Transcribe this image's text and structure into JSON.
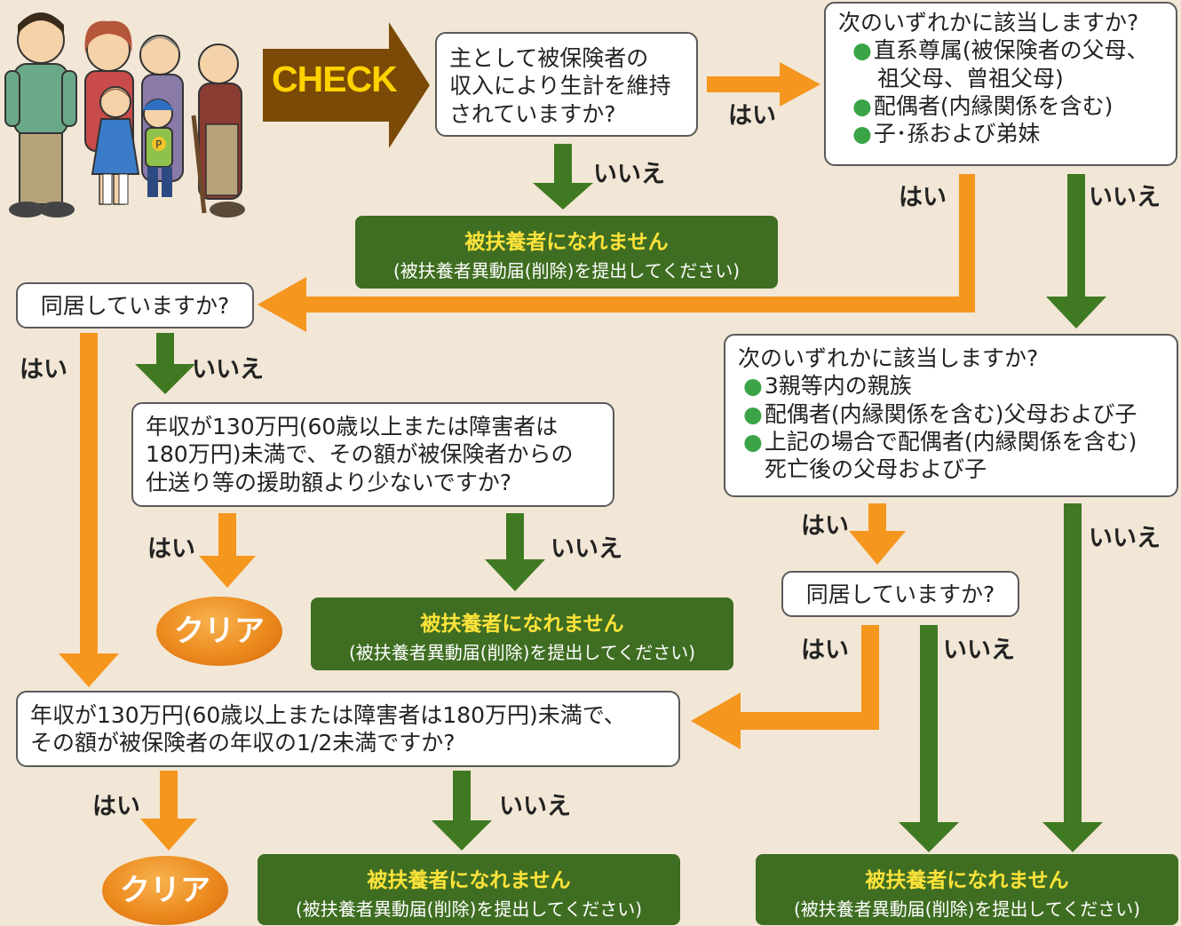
{
  "check_label": "CHECK",
  "q1": {
    "lines": [
      "主として被保険者の",
      "収入により生計を維持",
      "されていますか?"
    ]
  },
  "q2": {
    "title": "次のいずれかに該当しますか?",
    "items": [
      "直系尊属(被保険者の父母、",
      "祖父母、曾祖父母)"
    ],
    "items2": [
      "配偶者(内縁関係を含む)",
      "子･孫および弟妹"
    ]
  },
  "q3": {
    "text": "同居していますか?"
  },
  "q4": {
    "lines": [
      "年収が130万円(60歳以上または障害者は",
      "180万円)未満で、その額が被保険者からの",
      "仕送り等の援助額より少ないですか?"
    ]
  },
  "q5": {
    "title": "次のいずれかに該当しますか?",
    "items": [
      "3親等内の親族",
      "配偶者(内縁関係を含む)父母および子",
      "上記の場合で配偶者(内縁関係を含む)"
    ],
    "cont": "死亡後の父母および子"
  },
  "q6": {
    "text": "同居していますか?"
  },
  "q7": {
    "lines": [
      "年収が130万円(60歳以上または障害者は180万円)未満で、",
      "その額が被保険者の年収の1/2未満ですか?"
    ]
  },
  "result": {
    "title": "被扶養者になれません",
    "sub": "(被扶養者異動届(削除)を提出してください)"
  },
  "clear": "クリア",
  "yes": "はい",
  "no": "いいえ",
  "colors": {
    "yes_arrow": "#f5961e",
    "no_arrow": "#3f7a22",
    "result_bg": "#3f6e22",
    "result_title": "#ffe33a",
    "check_arrow": "#7a4a06"
  }
}
